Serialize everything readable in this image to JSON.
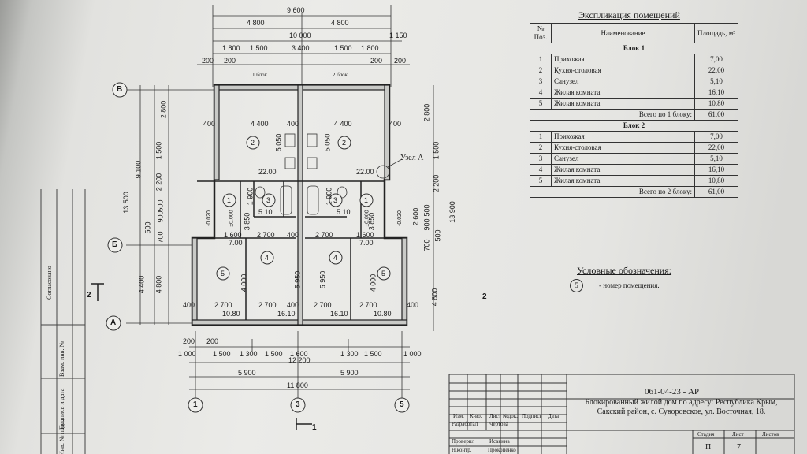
{
  "plan": {
    "dims_top": [
      "9 600",
      "4 800",
      "4 800",
      "10 000",
      "1 150",
      "1 800",
      "1 500",
      "3 400",
      "1 500",
      "1 800",
      "200",
      "200",
      "200",
      "200"
    ],
    "block_labels": [
      "1 блок",
      "2 блок"
    ],
    "dims_inner_top": [
      "400",
      "4 400",
      "400",
      "4 400",
      "400"
    ],
    "dims_mid": [
      "2 700",
      "400",
      "2 700",
      "400",
      "1 600",
      "2 700",
      "1 600",
      "2 700",
      "2 700",
      "2 700",
      "400",
      "400"
    ],
    "dims_bottom": [
      "200",
      "200",
      "1 000",
      "1 500",
      "1 300",
      "1 500",
      "1 600",
      "1 300",
      "1 500",
      "1 000",
      "12 200",
      "5 900",
      "5 900",
      "11 800"
    ],
    "dims_left": [
      "2 800",
      "9 100",
      "13 500",
      "1 500",
      "2 200",
      "500",
      "900",
      "500",
      "700",
      "4 400",
      "4 800"
    ],
    "dims_right": [
      "2 800",
      "1 500",
      "2 200",
      "13 900",
      "2 600",
      "500",
      "900",
      "500",
      "700",
      "4 800"
    ],
    "axes": [
      "B",
      "Б",
      "А",
      "1",
      "3",
      "5"
    ],
    "room_areas": [
      "22.00",
      "22.00",
      "5.10",
      "5.10",
      "7.00",
      "7.00",
      "16.10",
      "16.10",
      "10.80",
      "10.80"
    ],
    "room_dims": [
      "5 050",
      "5 050",
      "3 850",
      "3 850",
      "5 950",
      "5 950",
      "4 000",
      "4 000",
      "1 900",
      "1 900"
    ],
    "node": "Узел А",
    "section_mark": "2",
    "section_mark_bottom": "1",
    "levels": [
      "-0.020",
      "±0.000",
      "±0.000",
      "-0.020"
    ]
  },
  "explication": {
    "title": "Экспликация помещений",
    "headers": [
      "№ Поз.",
      "Наименование",
      "Площадь, м²"
    ],
    "blocks": [
      {
        "name": "Блок 1",
        "rows": [
          {
            "num": "1",
            "name": "Прихожая",
            "area": "7,00"
          },
          {
            "num": "2",
            "name": "Кухня-столовая",
            "area": "22,00"
          },
          {
            "num": "3",
            "name": "Санузел",
            "area": "5,10"
          },
          {
            "num": "4",
            "name": "Жилая комната",
            "area": "16,10"
          },
          {
            "num": "5",
            "name": "Жилая комната",
            "area": "10,80"
          }
        ],
        "total_label": "Всего по 1 блоку:",
        "total": "61,00"
      },
      {
        "name": "Блок 2",
        "rows": [
          {
            "num": "1",
            "name": "Прихожая",
            "area": "7,00"
          },
          {
            "num": "2",
            "name": "Кухня-столовая",
            "area": "22,00"
          },
          {
            "num": "3",
            "name": "Санузел",
            "area": "5,10"
          },
          {
            "num": "4",
            "name": "Жилая комната",
            "area": "16,10"
          },
          {
            "num": "5",
            "name": "Жилая комната",
            "area": "10,80"
          }
        ],
        "total_label": "Всего по 2 блоку:",
        "total": "61,00"
      }
    ]
  },
  "legend": {
    "title": "Условные обозначения:",
    "mark": "5",
    "text": "- номер помещения."
  },
  "stamp": {
    "code": "061-04-23 - АР",
    "address": "Блокированный жилой дом по адресу: Республика Крым, Сакский район, с. Суворовское, ул. Восточная, 18.",
    "headers": [
      "Изм.",
      "К-во.",
      "Лист",
      "№док.",
      "Подпись",
      "Дата"
    ],
    "rows": [
      {
        "role": "Разработал",
        "name": "Чертова"
      },
      {
        "role": "Проверил",
        "name": "Исанина"
      },
      {
        "role": "Н.контр.",
        "name": "Прокопенко"
      }
    ],
    "stage_headers": [
      "Стадия",
      "Лист",
      "Листов"
    ],
    "stage": "П",
    "sheet": "7"
  },
  "side": {
    "labels": [
      "Согласовано",
      "Взам. инв. №",
      "Подпись и дата",
      "Инв. № подл."
    ]
  }
}
